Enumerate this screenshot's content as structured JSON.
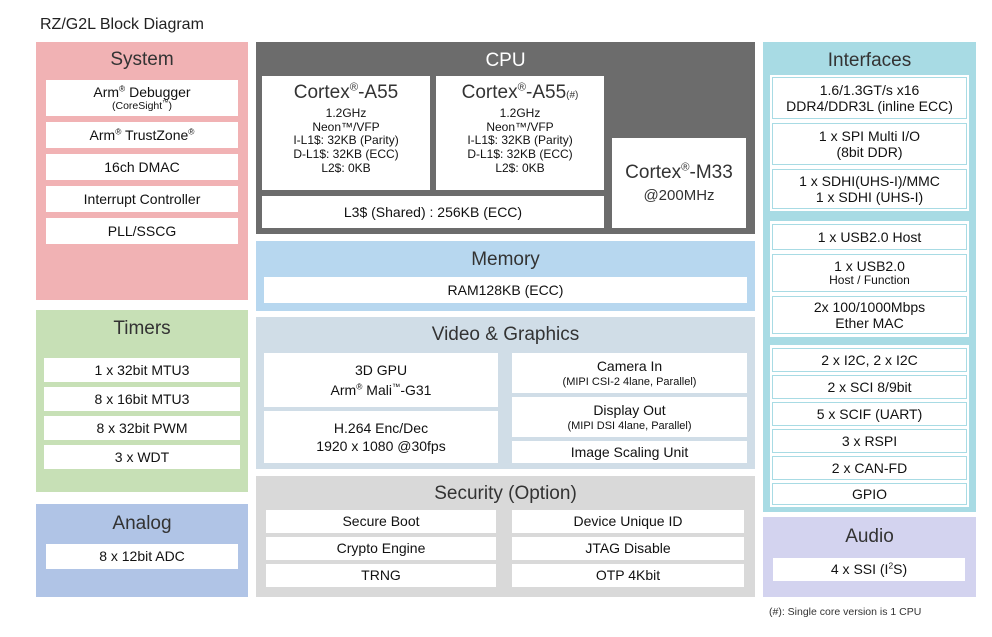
{
  "title": "RZ/G2L Block Diagram",
  "footnote": "(#): Single core version is 1 CPU",
  "colors": {
    "system": "#f1b2b4",
    "timers": "#c7e0b6",
    "analog": "#b0c4e6",
    "cpu": "#6c6c6c",
    "memory": "#b7d7ef",
    "video": "#d0dde7",
    "security": "#d9d9d9",
    "interfaces": "#a8dbe4",
    "audio": "#d3d3ef"
  },
  "system": {
    "title": "System",
    "items": [
      {
        "l1a": "Arm",
        "l1sup": "®",
        "l1b": " Debugger",
        "l2a": "(CoreSight",
        "l2sup": "™",
        "l2b": ")"
      },
      {
        "a": "Arm",
        "sup1": "®",
        "b": " TrustZone",
        "sup2": "®"
      },
      {
        "text": "16ch DMAC"
      },
      {
        "text": "Interrupt Controller"
      },
      {
        "text": "PLL/SSCG"
      }
    ]
  },
  "timers": {
    "title": "Timers",
    "items": [
      "1 x 32bit MTU3",
      "8 x 16bit MTU3",
      "8 x 32bit PWM",
      "3 x WDT"
    ]
  },
  "analog": {
    "title": "Analog",
    "items": [
      "8 x 12bit ADC"
    ]
  },
  "cpu": {
    "title": "CPU",
    "core1": {
      "name": "Cortex",
      "sup": "®",
      "model": "-A55",
      "note": "",
      "lines": [
        "1.2GHz",
        "Neon™/VFP",
        "I-L1$: 32KB (Parity)",
        "D-L1$: 32KB (ECC)",
        "L2$: 0KB"
      ]
    },
    "core2": {
      "name": "Cortex",
      "sup": "®",
      "model": "-A55",
      "note": "(#)",
      "lines": [
        "1.2GHz",
        "Neon™/VFP",
        "I-L1$: 32KB (Parity)",
        "D-L1$: 32KB (ECC)",
        "L2$: 0KB"
      ]
    },
    "m33": {
      "name": "Cortex",
      "sup": "®",
      "model": "-M33",
      "freq": "@200MHz"
    },
    "l3": "L3$ (Shared) : 256KB (ECC)"
  },
  "memory": {
    "title": "Memory",
    "ram": "RAM128KB (ECC)"
  },
  "video": {
    "title": "Video & Graphics",
    "gpu_l1": "3D GPU",
    "gpu_l2a": "Arm",
    "gpu_l2sup1": "®",
    "gpu_l2b": " Mali",
    "gpu_l2sup2": "™",
    "gpu_l2c": "-G31",
    "h264_l1": "H.264 Enc/Dec",
    "h264_l2": "1920 x 1080 @30fps",
    "camera_l1": "Camera In",
    "camera_l2": "(MIPI CSI-2 4lane, Parallel)",
    "display_l1": "Display Out",
    "display_l2": "(MIPI DSI 4lane, Parallel)",
    "scaling": "Image Scaling Unit"
  },
  "security": {
    "title": "Security (Option)",
    "left": [
      "Secure Boot",
      "Crypto Engine",
      "TRNG"
    ],
    "right": [
      "Device Unique ID",
      "JTAG Disable",
      "OTP 4Kbit"
    ]
  },
  "interfaces": {
    "title": "Interfaces",
    "group1": [
      {
        "l1": "1.6/1.3GT/s x16",
        "l2": "DDR4/DDR3L (inline ECC)"
      },
      {
        "l1": "1 x SPI Multi I/O",
        "l2": "(8bit DDR)"
      },
      {
        "l1": "1 x SDHI(UHS-I)/MMC",
        "l2": "1 x SDHI (UHS-I)"
      }
    ],
    "group2": [
      {
        "l1": "1 x USB2.0 Host",
        "l2": ""
      },
      {
        "l1": "1 x USB2.0",
        "l2": "Host / Function"
      },
      {
        "l1": "2x 100/1000Mbps",
        "l2": "Ether MAC"
      }
    ],
    "group3": [
      "2 x I2C, 2 x I2C",
      "2 x SCI 8/9bit",
      "5 x SCIF (UART)",
      "3 x RSPI",
      "2 x CAN-FD",
      "GPIO"
    ]
  },
  "audio": {
    "title": "Audio",
    "item_a": "4 x SSI (I",
    "item_sup": "2",
    "item_b": "S)"
  }
}
